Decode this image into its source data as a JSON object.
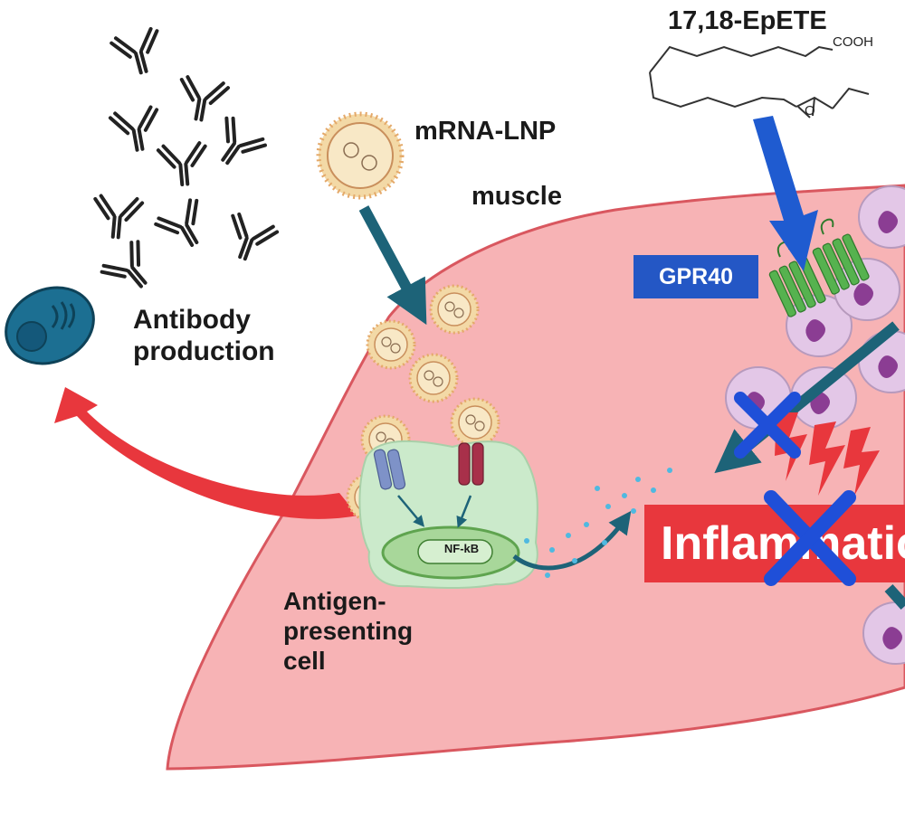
{
  "labels": {
    "compound": "17,18-EpETE",
    "carboxyl": "COOH",
    "epoxide_oxygen": "O",
    "vaccine": "mRNA-LNP",
    "tissue": "muscle",
    "receptor": "GPR40",
    "antibody_line1": "Antibody",
    "antibody_line2": "production",
    "apc_line1": "Antigen-",
    "apc_line2": "presenting",
    "apc_line3": "cell",
    "transcription_factor": "NF-kB",
    "inflammation": "Inflammation"
  },
  "colors": {
    "muscle_fill": "#f7b3b5",
    "muscle_stroke": "#d9575f",
    "apc_fill": "#cbeacb",
    "nucleus_fill": "#a8d79a",
    "arrow_teal": "#1d6378",
    "arrow_blue": "#1f5bd0",
    "arrow_red": "#e8373d",
    "gpr40_box": "#2457c5",
    "inflammation_box": "#e8373d",
    "block_x": "#1f4fd8",
    "plasma_cell": "#1c6f92",
    "lnp_fill": "#f3d9a6",
    "neutrophil_fill": "#e3c7e7",
    "neutrophil_nucleus": "#8b3d93",
    "receptor_green": "#56b24f",
    "tlr_blue": "#7e92c8",
    "tlr_red": "#a8304a",
    "cytokine_dots": "#4fb9e0"
  }
}
